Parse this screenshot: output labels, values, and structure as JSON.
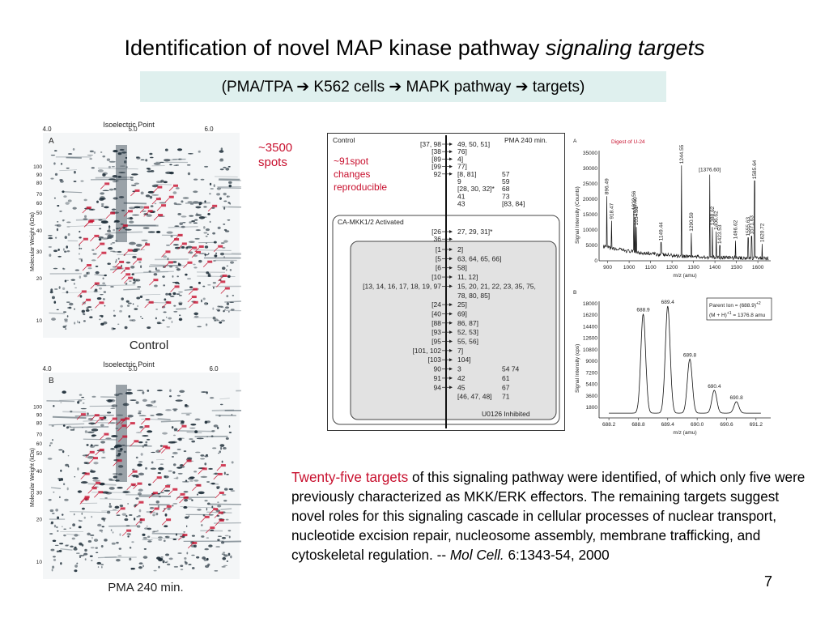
{
  "slide": {
    "title_main": "Identification of novel MAP kinase pathway ",
    "title_italic": "signaling targets",
    "subtitle": "(PMA/TPA ➔ K562 cells ➔ MAPK pathway ➔ targets)",
    "page_number": "7"
  },
  "gel_top": {
    "axis_title": "Isoelectric Point",
    "ph_ticks": [
      "4.0",
      "5.0",
      "6.0"
    ],
    "panel_label": "A",
    "ylabel": "Molecular Weight (kDa)",
    "mw_ticks": [
      "100",
      "90",
      "80",
      "70",
      "60",
      "50",
      "40",
      "30",
      "20",
      "10"
    ],
    "caption": "Control"
  },
  "gel_bottom": {
    "axis_title": "Isoelectric Point",
    "ph_ticks": [
      "4.0",
      "5.0",
      "6.0"
    ],
    "panel_label": "B",
    "ylabel": "Molecular Weight (kDa)",
    "mw_ticks": [
      "100",
      "90",
      "80",
      "70",
      "60",
      "50",
      "40",
      "30",
      "20",
      "10"
    ],
    "caption": "PMA 240 min."
  },
  "annotations": {
    "spots_count_line1": "~3500",
    "spots_count_line2": "spots",
    "changes_line1": "~91spot",
    "changes_line2": "changes",
    "changes_line3": "reproducible"
  },
  "diagram": {
    "control_label": "Control",
    "pma_label": "PMA 240 min.",
    "activated_label": "CA-MKK1/2 Activated",
    "inhibited_label": "U0126 Inhibited",
    "control_rows": [
      {
        "left": "[37, 98",
        "right": "49, 50, 51]",
        "extra": ""
      },
      {
        "left": "[38",
        "right": "76]",
        "extra": ""
      },
      {
        "left": "[89",
        "right": "4]",
        "extra": ""
      },
      {
        "left": "[99",
        "right": "77]",
        "extra": ""
      },
      {
        "left": "92",
        "right": "[8, 81]",
        "extra": "57"
      },
      {
        "left": "",
        "right": "9",
        "extra": "59"
      },
      {
        "left": "",
        "right": "[28, 30, 32]*",
        "extra": "68"
      },
      {
        "left": "",
        "right": "41",
        "extra": "73"
      },
      {
        "left": "",
        "right": "43",
        "extra": "[83, 84]"
      }
    ],
    "activated_rows": [
      {
        "left": "[26",
        "right": "27, 29, 31]*",
        "extra": ""
      },
      {
        "left": "36",
        "right": "",
        "extra": ""
      }
    ],
    "inhibited_rows": [
      {
        "left": "[1",
        "right": "2]",
        "extra": ""
      },
      {
        "left": "[5",
        "right": "63, 64, 65, 66]",
        "extra": ""
      },
      {
        "left": "[6",
        "right": "58]",
        "extra": ""
      },
      {
        "left": "[10",
        "right": "11, 12]",
        "extra": ""
      },
      {
        "left": "[13, 14, 16, 17, 18, 19, 97",
        "right": "15, 20, 21, 22, 23, 35, 75,",
        "extra": ""
      },
      {
        "left": "",
        "right": "78, 80, 85]",
        "extra": ""
      },
      {
        "left": "[24",
        "right": "25]",
        "extra": ""
      },
      {
        "left": "[40",
        "right": "69]",
        "extra": ""
      },
      {
        "left": "[88",
        "right": "86, 87]",
        "extra": ""
      },
      {
        "left": "[93",
        "right": "52, 53]",
        "extra": ""
      },
      {
        "left": "[95",
        "right": "55, 56]",
        "extra": ""
      },
      {
        "left": "[101, 102",
        "right": "7]",
        "extra": ""
      },
      {
        "left": "[103",
        "right": "104]",
        "extra": ""
      },
      {
        "left": "90",
        "right": "3",
        "extra": "54    74"
      },
      {
        "left": "91",
        "right": "42",
        "extra": "61"
      },
      {
        "left": "94",
        "right": "45",
        "extra": "67"
      },
      {
        "left": "",
        "right": "[46, 47, 48]",
        "extra": "71"
      }
    ]
  },
  "spectrum_a": {
    "panel_label": "A",
    "digest_label": "Digest of U-24",
    "ylabel": "Signal Intensity (Counts)",
    "xlabel": "m/z (amu)",
    "yticks": [
      "35000",
      "30000",
      "25000",
      "20000",
      "15000",
      "10000",
      "5000",
      "0"
    ],
    "xticks": [
      "900",
      "1000",
      "1100",
      "1200",
      "1300",
      "1400",
      "1500",
      "1600"
    ],
    "peak_labels": [
      "896.49",
      "918.47",
      "1022.56",
      "1028.40",
      "1034.51",
      "1149.44",
      "1244.55",
      "1290.59",
      "[1376.60]",
      "1388.62",
      "1406.62",
      "1423.53",
      "1496.62",
      "1555.63",
      "1571.63",
      "1585.64",
      "1620.72"
    ]
  },
  "spectrum_b": {
    "panel_label": "B",
    "ylabel": "Signal Intensity (cps)",
    "xlabel": "m/z (amu)",
    "yticks": [
      "18000",
      "16200",
      "14400",
      "12600",
      "10800",
      "9000",
      "7200",
      "5400",
      "3600",
      "1800"
    ],
    "xticks": [
      "688.2",
      "688.8",
      "689.4",
      "690.0",
      "690.6",
      "691.2"
    ],
    "peak_labels": [
      "688.9",
      "689.4",
      "689.8",
      "690.4",
      "690.8"
    ],
    "legend_line1": "Parent Ion = (688.9)",
    "legend_line1_sup": "+2",
    "legend_line2": "(M + H)",
    "legend_line2_sup": "+1",
    "legend_line2_rest": " = 1376.8 amu"
  },
  "body": {
    "highlight": "Twenty-five targets",
    "text1": " of this signaling pathway were identified, of which only five were previously characterized as MKK/ERK effectors. The remaining targets suggest novel roles for this signaling cascade in cellular processes of nuclear transport, nucleotide excision repair, nucleosome assembly, membrane trafficking, and cytoskeletal regulation.  -- ",
    "journal": "Mol Cell.",
    "citation": " 6:1343-54, 2000"
  },
  "colors": {
    "accent_red": "#c8102e",
    "subtitle_bg": "#dff0ee",
    "gel_bg": "#f4f6f7",
    "spot": "#1a2a35",
    "diagram_box": "#e2e2e2"
  }
}
